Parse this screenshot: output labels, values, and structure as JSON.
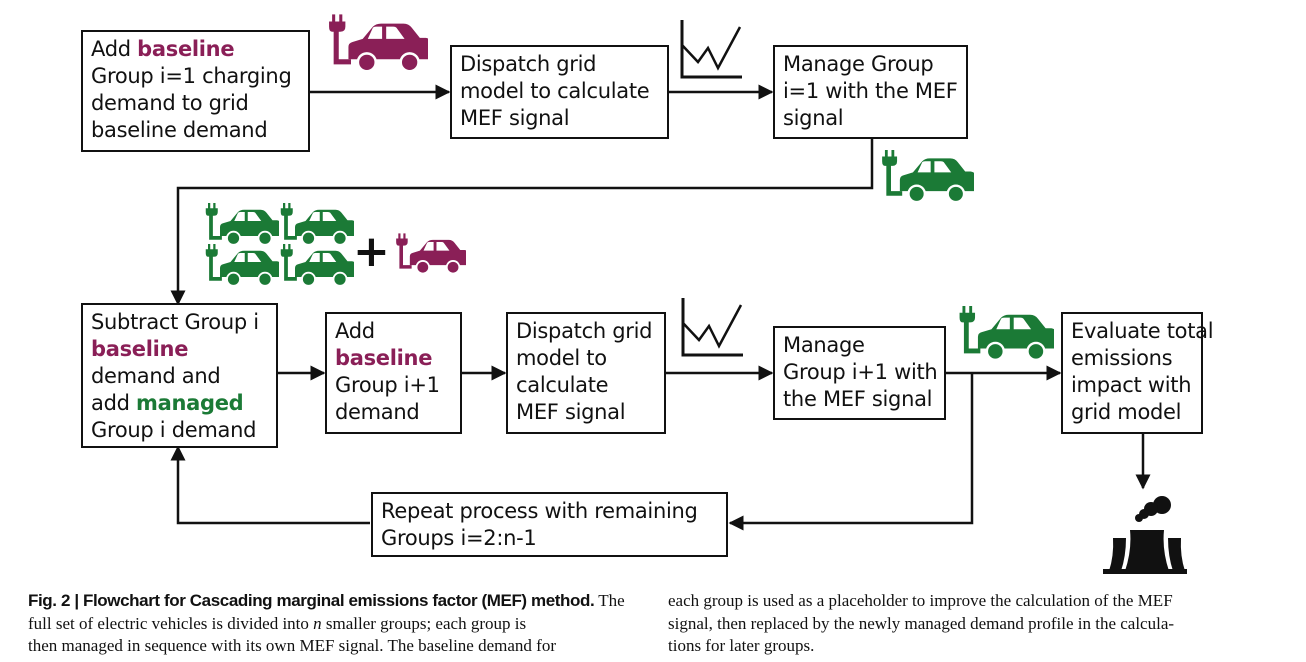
{
  "colors": {
    "baseline": "#8a1f57",
    "managed": "#1b7a36",
    "line": "#111111"
  },
  "boxes": {
    "add_baseline_1": {
      "pre": "Add ",
      "hl": "baseline",
      "lines": [
        "Group i=1 charging",
        "demand to grid",
        "baseline demand"
      ]
    },
    "dispatch_1": {
      "lines": [
        "Dispatch grid",
        "model to calculate",
        "MEF signal"
      ]
    },
    "manage_1": {
      "lines": [
        "Manage Group",
        "i=1 with the MEF",
        "signal"
      ]
    },
    "subtract": {
      "l1": "Subtract Group i",
      "hl1": "baseline",
      "l3": "demand and",
      "pre4": "add ",
      "hl2": "managed",
      "l5": "Group i demand"
    },
    "add_baseline_i1": {
      "l1": "Add",
      "hl": "baseline",
      "l3": "Group i+1",
      "l4": "demand"
    },
    "dispatch_i1": {
      "lines": [
        "Dispatch grid",
        "model to",
        "calculate",
        "MEF signal"
      ]
    },
    "manage_i1": {
      "lines": [
        "Manage",
        "Group i+1 with",
        "the MEF signal"
      ]
    },
    "evaluate": {
      "lines": [
        "Evaluate total",
        "emissions",
        "impact with",
        "grid model"
      ]
    },
    "repeat": {
      "lines": [
        "Repeat process with remaining",
        "Groups i=2:n-1"
      ]
    }
  },
  "icons": {
    "car_baseline": "ev-car-baseline-icon",
    "car_managed": "ev-car-managed-icon",
    "mef_chart": "mef-signal-chart-icon",
    "power_plant": "power-plant-icon",
    "plus": "+"
  },
  "caption": {
    "label": "Fig. 2 | Flowchart for Cascading marginal emissions factor (MEF) method.",
    "left": [
      " The",
      "full set of electric vehicles is divided into ",
      "n",
      " smaller groups; each group is",
      "then managed in sequence with its own MEF signal. The baseline demand for"
    ],
    "right": [
      "each group is used as a placeholder to improve the calculation of the MEF",
      "signal, then replaced by the newly managed demand profile in the calcula-",
      "tions for later groups."
    ]
  }
}
